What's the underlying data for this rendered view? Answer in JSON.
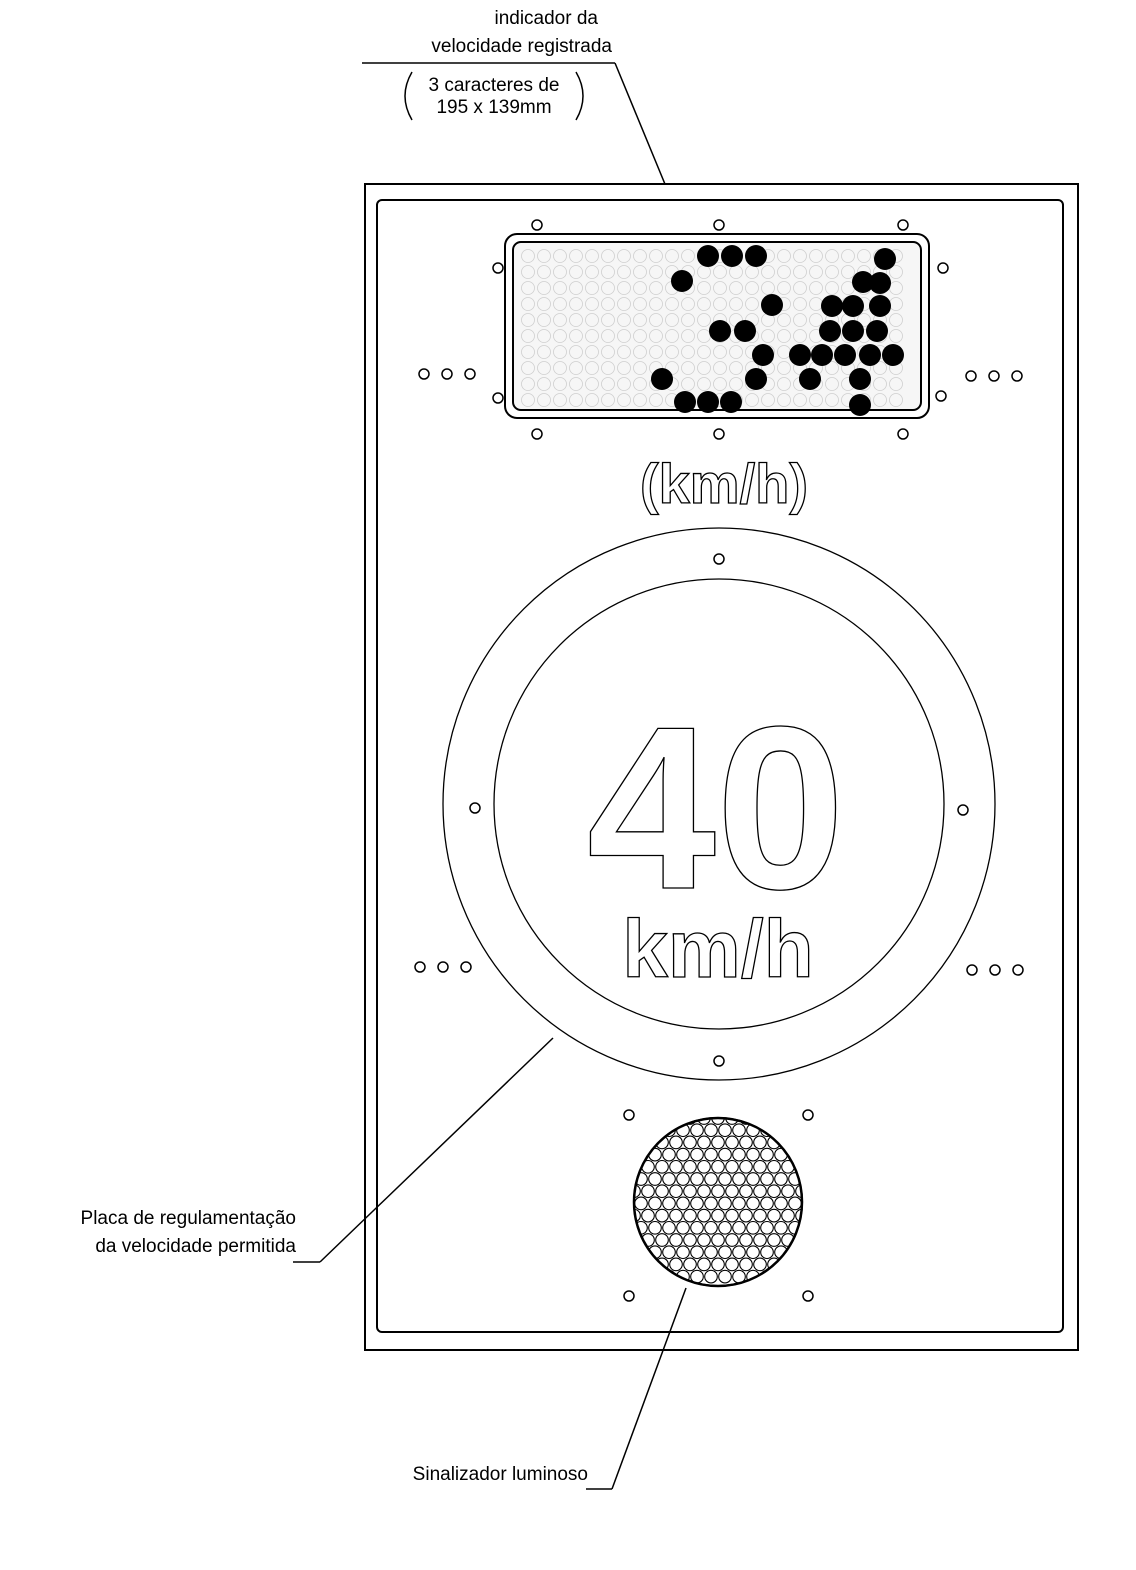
{
  "callouts": {
    "indicator_title_line1": "indicador da",
    "indicator_title_line2": "velocidade registrada",
    "indicator_paren_line1": "3 caracteres de",
    "indicator_paren_line2": "195 x 139mm",
    "regulation_line1": "Placa de regulamentação",
    "regulation_line2": "da velocidade permitida",
    "light_signal": "Sinalizador luminoso"
  },
  "display": {
    "digits": "34",
    "unit_label": "(km/h)"
  },
  "speed_sign": {
    "value": "40",
    "unit": "km/h"
  },
  "colors": {
    "line": "#000000",
    "led_on": "#000000",
    "background": "#ffffff"
  }
}
